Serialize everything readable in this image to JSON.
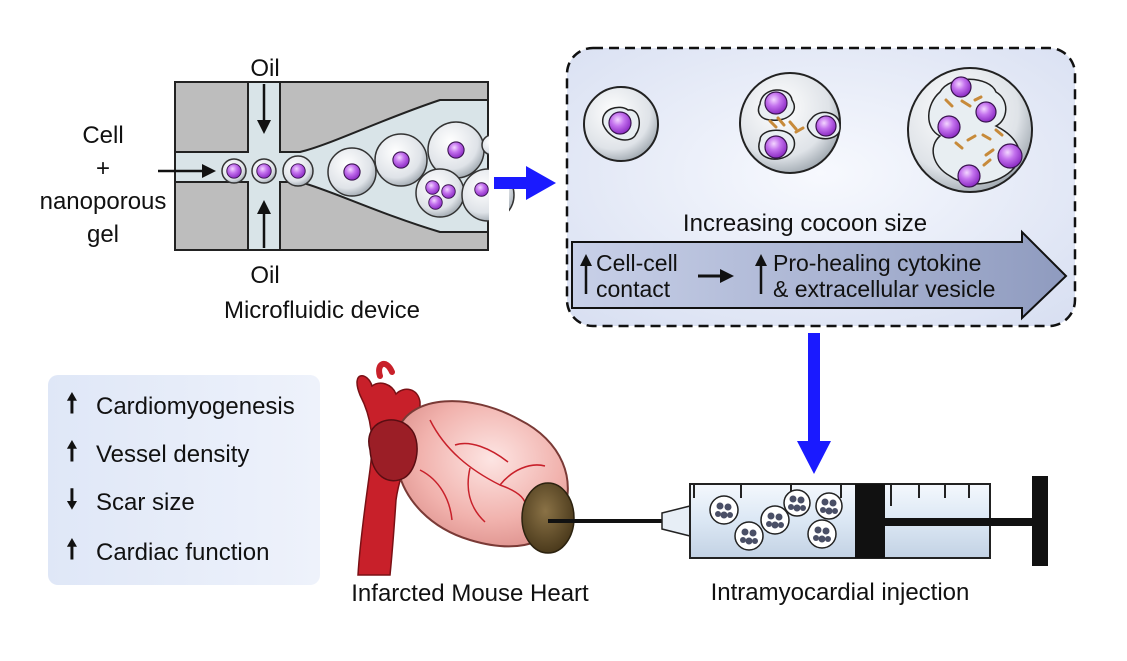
{
  "device": {
    "oil_top": "Oil",
    "oil_bottom": "Oil",
    "input_line1": "Cell",
    "input_line2": "+",
    "input_line3": "nanoporous",
    "input_line4": "gel",
    "caption": "Microfluidic device"
  },
  "cocoon_panel": {
    "caption": "Increasing cocoon size",
    "arrow_text_left_line1": "Cell-cell",
    "arrow_text_left_line2": "contact",
    "arrow_text_right_line1": "Pro-healing cytokine",
    "arrow_text_right_line2": "& extracellular vesicle"
  },
  "benefits": [
    {
      "direction": "up",
      "symbol": "🠕",
      "label": "Cardiomyogenesis"
    },
    {
      "direction": "up",
      "symbol": "🠕",
      "label": "Vessel density"
    },
    {
      "direction": "down",
      "symbol": "🠗",
      "label": "Scar size"
    },
    {
      "direction": "up",
      "symbol": "🠕",
      "label": "Cardiac function"
    }
  ],
  "heart": {
    "caption": "Infarcted Mouse Heart"
  },
  "syringe": {
    "caption": "Intramyocardial injection"
  },
  "colors": {
    "flow_arrow": "#1a1aff",
    "channel_bg": "#bdbdbd",
    "droplet_fill": "#e2e8ee",
    "cell_purple": "#b04fe0",
    "panel_bg": "#e6ebf7",
    "heart_pink": "#f0b3b0",
    "artery_red": "#c8202a"
  }
}
